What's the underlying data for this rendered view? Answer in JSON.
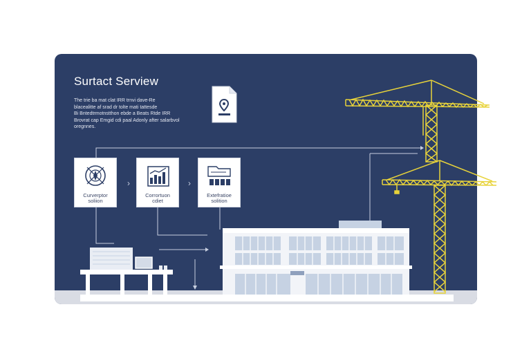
{
  "panel": {
    "title": "Surtact Serview",
    "body_lines": [
      "The trie ba mat clat IRR trnvi dave-Re",
      "blacealitte af srad dr tolte mati tattesde",
      "Bi Bntedtrmotnstthon ebde a Beats Rtde IRR",
      "Brovrat cap Emgid cdi paal Adonly after salarbvol",
      "oregnnes."
    ]
  },
  "steps": [
    {
      "label_line1": "Curverptor",
      "label_line2": "soliion",
      "icon": "compass-icon"
    },
    {
      "label_line1": "Corrortuon",
      "label_line2": "cdiet",
      "icon": "chart-icon"
    },
    {
      "label_line1": "Extefratioe",
      "label_line2": "solition",
      "icon": "folder-grid-icon"
    }
  ],
  "icons": {
    "document": "document-pin-icon",
    "arrow": "chevron-right-icon",
    "arrow_glyph": "›"
  },
  "colors": {
    "panel_bg": "#2c3e66",
    "crane": "#e8d33a",
    "building": "#f2f4f8",
    "glass": "#c6d2e3",
    "line": "#c8cfe0"
  }
}
